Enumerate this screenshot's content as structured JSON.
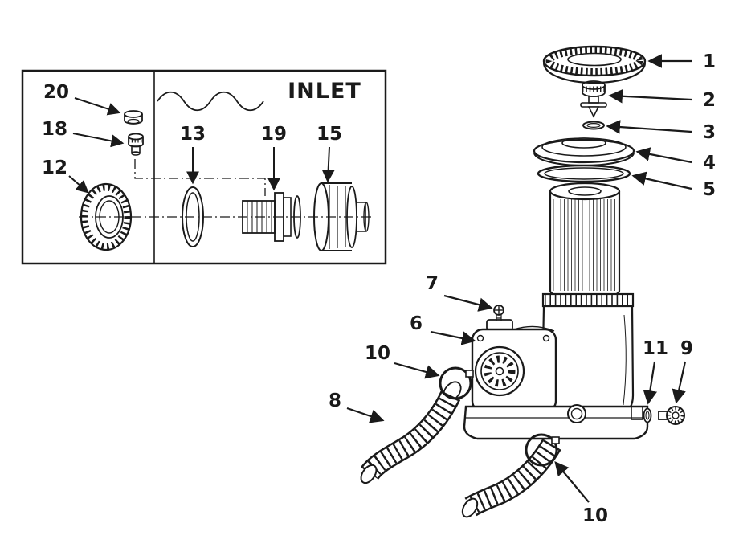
{
  "ink": "#1a1a1a",
  "inset": {
    "title": "INLET"
  },
  "part_numbers": {
    "1": "1",
    "2": "2",
    "3": "3",
    "4": "4",
    "5": "5",
    "6": "6",
    "7": "7",
    "8": "8",
    "9": "9",
    "10": "10",
    "11": "11",
    "12": "12",
    "13": "13",
    "15": "15",
    "18": "18",
    "19": "19",
    "20": "20"
  }
}
